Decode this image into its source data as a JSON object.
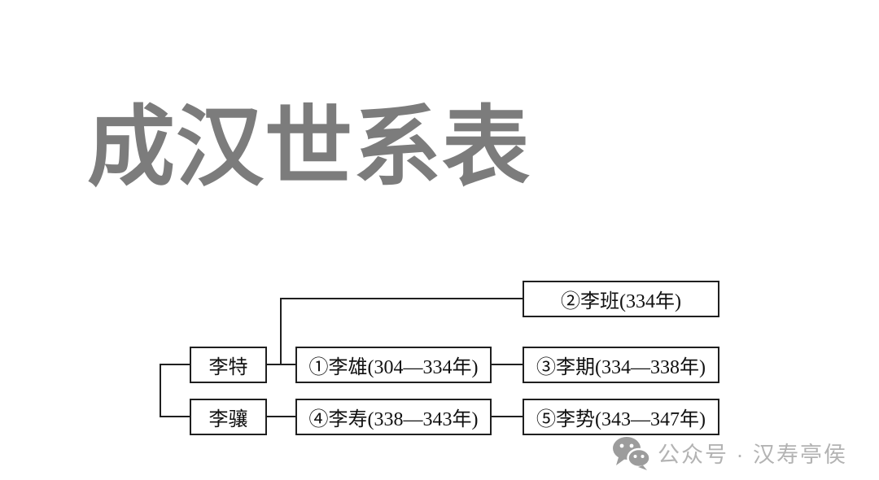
{
  "page": {
    "title": "成汉世系表"
  },
  "diagram": {
    "nodes": [
      {
        "id": "li-te",
        "label": "李特"
      },
      {
        "id": "li-xiang",
        "label": "李骧"
      },
      {
        "id": "li-xiong",
        "label": "①李雄(304—334年)"
      },
      {
        "id": "li-ban",
        "label": "②李班(334年)"
      },
      {
        "id": "li-qi",
        "label": "③李期(334—338年)"
      },
      {
        "id": "li-shou",
        "label": "④李寿(338—343年)"
      },
      {
        "id": "li-shi",
        "label": "⑤李势(343—347年)"
      }
    ],
    "edges": [
      {
        "from": "li-te",
        "to": "li-xiang",
        "type": "bracket"
      },
      {
        "from": "li-te",
        "to": "li-xiong"
      },
      {
        "from": "li-xiong",
        "to": "li-ban"
      },
      {
        "from": "li-xiong",
        "to": "li-qi"
      },
      {
        "from": "li-xiang",
        "to": "li-shou"
      },
      {
        "from": "li-shou",
        "to": "li-shi"
      }
    ]
  },
  "watermark": {
    "icon": "wechat-icon",
    "text": "公众号 · 汉寿亭侯"
  },
  "colors": {
    "background": "#ffffff",
    "title_gray": "#7c7c7c",
    "box_border": "#1f1f1f",
    "box_text": "#111111",
    "connector": "#1f1f1f",
    "watermark_gray": "#b3b3b3",
    "wechat_icon_gray": "#9c9c9c"
  }
}
